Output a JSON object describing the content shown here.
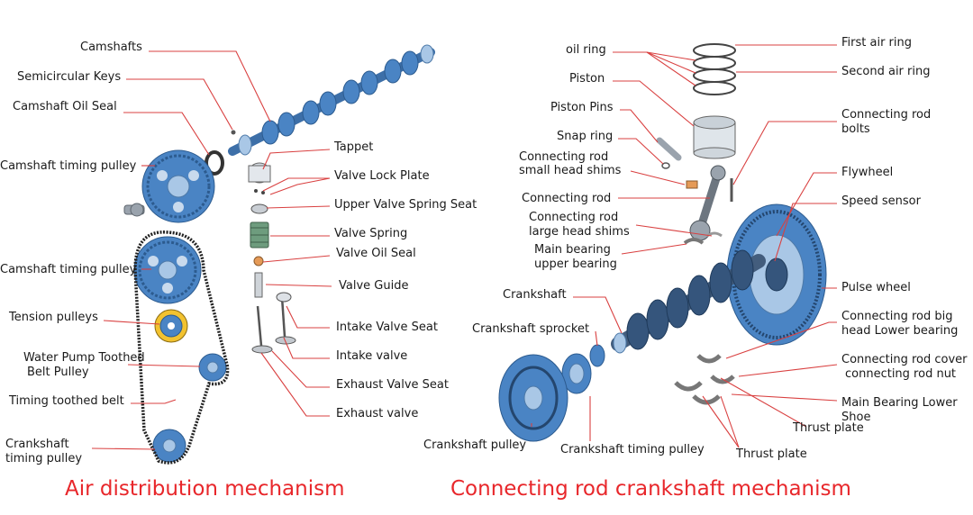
{
  "titles": {
    "left": "Air distribution mechanism",
    "right": "Connecting rod crankshaft mechanism"
  },
  "colors": {
    "title": "#e8272b",
    "leader_line": "#d94040",
    "part_blue": "#4a84c4",
    "part_light": "#a9c7e6"
  },
  "left_labels": {
    "camshafts": "Camshafts",
    "semicircular_keys": "Semicircular Keys",
    "camshaft_oil_seal": "Camshaft Oil Seal",
    "camshaft_timing_pulley_1": "Camshaft timing pulley",
    "camshaft_timing_pulley_2": "Camshaft timing pulley",
    "tension_pulleys": "Tension pulleys",
    "water_pump_pulley_1": "Water Pump Toothed",
    "water_pump_pulley_2": "Belt Pulley",
    "timing_belt": "Timing toothed belt",
    "crankshaft_timing_pulley_1": "Crankshaft",
    "crankshaft_timing_pulley_2": "timing pulley",
    "tappet": "Tappet",
    "valve_lock_plate": "Valve Lock Plate",
    "upper_valve_spring_seat": "Upper Valve Spring Seat",
    "valve_spring": "Valve Spring",
    "valve_oil_seal": "Valve Oil Seal",
    "valve_guide": "Valve Guide",
    "intake_valve_seat": "Intake Valve Seat",
    "intake_valve": "Intake valve",
    "exhaust_valve_seat": "Exhaust Valve Seat",
    "exhaust_valve": "Exhaust valve"
  },
  "right_labels": {
    "oil_ring": "oil ring",
    "piston": "Piston",
    "piston_pins": "Piston Pins",
    "snap_ring": "Snap ring",
    "small_head_shims_1": "Connecting rod",
    "small_head_shims_2": "small head shims",
    "connecting_rod": "Connecting rod",
    "large_head_shims_1": "Connecting rod",
    "large_head_shims_2": "large head shims",
    "main_bearing_upper_1": "Main bearing",
    "main_bearing_upper_2": "upper bearing",
    "crankshaft": "Crankshaft",
    "crankshaft_sprocket": "Crankshaft sprocket",
    "crankshaft_pulley": "Crankshaft pulley",
    "crankshaft_timing_pulley": "Crankshaft timing pulley",
    "first_air_ring": "First air ring",
    "second_air_ring": "Second air ring",
    "connecting_rod_bolts_1": "Connecting rod",
    "connecting_rod_bolts_2": "bolts",
    "flywheel": "Flywheel",
    "speed_sensor": "Speed sensor",
    "pulse_wheel": "Pulse wheel",
    "big_head_lower_bearing_1": "Connecting rod big",
    "big_head_lower_bearing_2": "head Lower bearing",
    "rod_cover_nut_1": "Connecting rod cover",
    "rod_cover_nut_2": "connecting rod nut",
    "main_bearing_lower_1": "Main Bearing Lower",
    "main_bearing_lower_2": "Shoe",
    "thrust_plate_1": "Thrust plate",
    "thrust_plate_2": "Thrust plate"
  }
}
